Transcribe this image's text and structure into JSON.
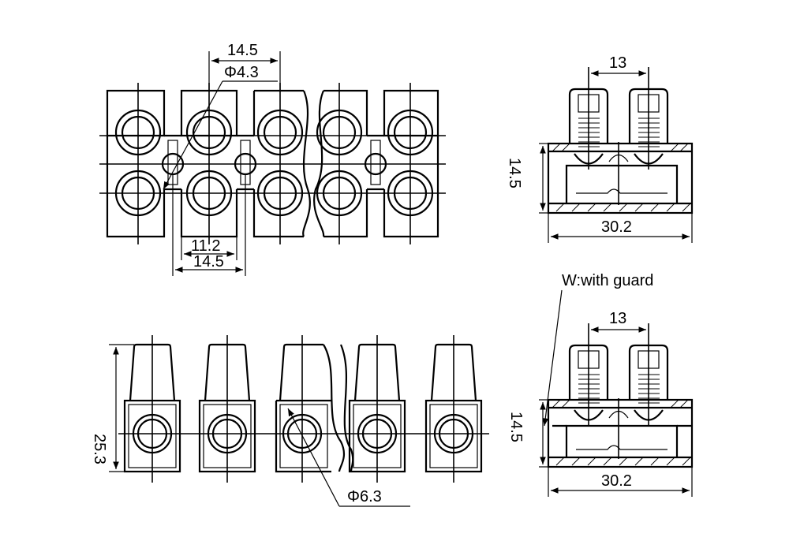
{
  "drawing": {
    "top_view": {
      "pitch_label": "14.5",
      "hole_label": "Φ4.3",
      "inner_label": "11.2",
      "outer_label": "14.5"
    },
    "front_view": {
      "height_label": "25.3",
      "wire_hole_label": "Φ6.3"
    },
    "side_view": {
      "pitch_label": "13",
      "height_label": "14.5",
      "width_label": "30.2"
    },
    "guard_view": {
      "title": "W:with guard",
      "pitch_label": "13",
      "height_label": "14.5",
      "width_label": "30.2"
    }
  }
}
